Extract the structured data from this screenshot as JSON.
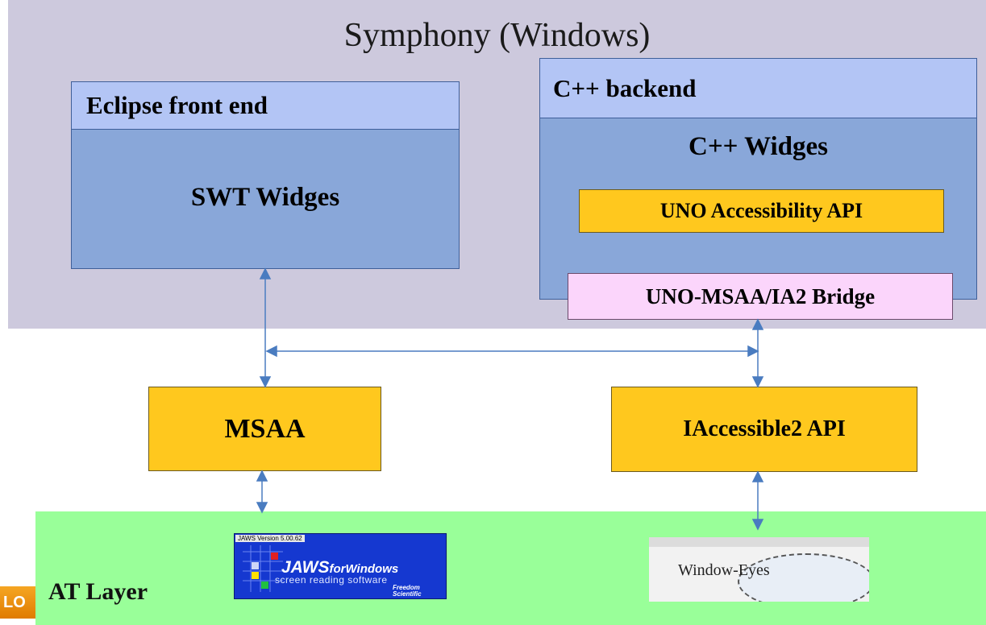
{
  "symphony": {
    "title": "Symphony (Windows)"
  },
  "eclipse": {
    "header": "Eclipse front end",
    "widgets": "SWT Widges"
  },
  "cpp_backend": {
    "header": "C++ backend",
    "widgets": "C++ Widges",
    "uno_api": "UNO Accessibility API",
    "bridge": "UNO-MSAA/IA2 Bridge"
  },
  "apis": {
    "msaa": "MSAA",
    "ia2": "IAccessible2 API"
  },
  "at_layer": {
    "label": "AT Layer",
    "side_tab": "LO",
    "jaws": {
      "version": "JAWS Version 5.00.62",
      "title": "JAWS",
      "title_suffix": "forWindows",
      "subtitle": "screen reading software",
      "brand": "Freedom Scientific"
    },
    "window_eyes": "Window-Eyes"
  },
  "colors": {
    "symphony_bg": "#cdc9dd",
    "header_blue": "#b3c5f5",
    "body_blue": "#89a7d9",
    "api_yellow": "#ffc81e",
    "bridge_pink": "#fbd5fb",
    "at_green": "#99ff99",
    "arrow": "#4a7cc0"
  }
}
